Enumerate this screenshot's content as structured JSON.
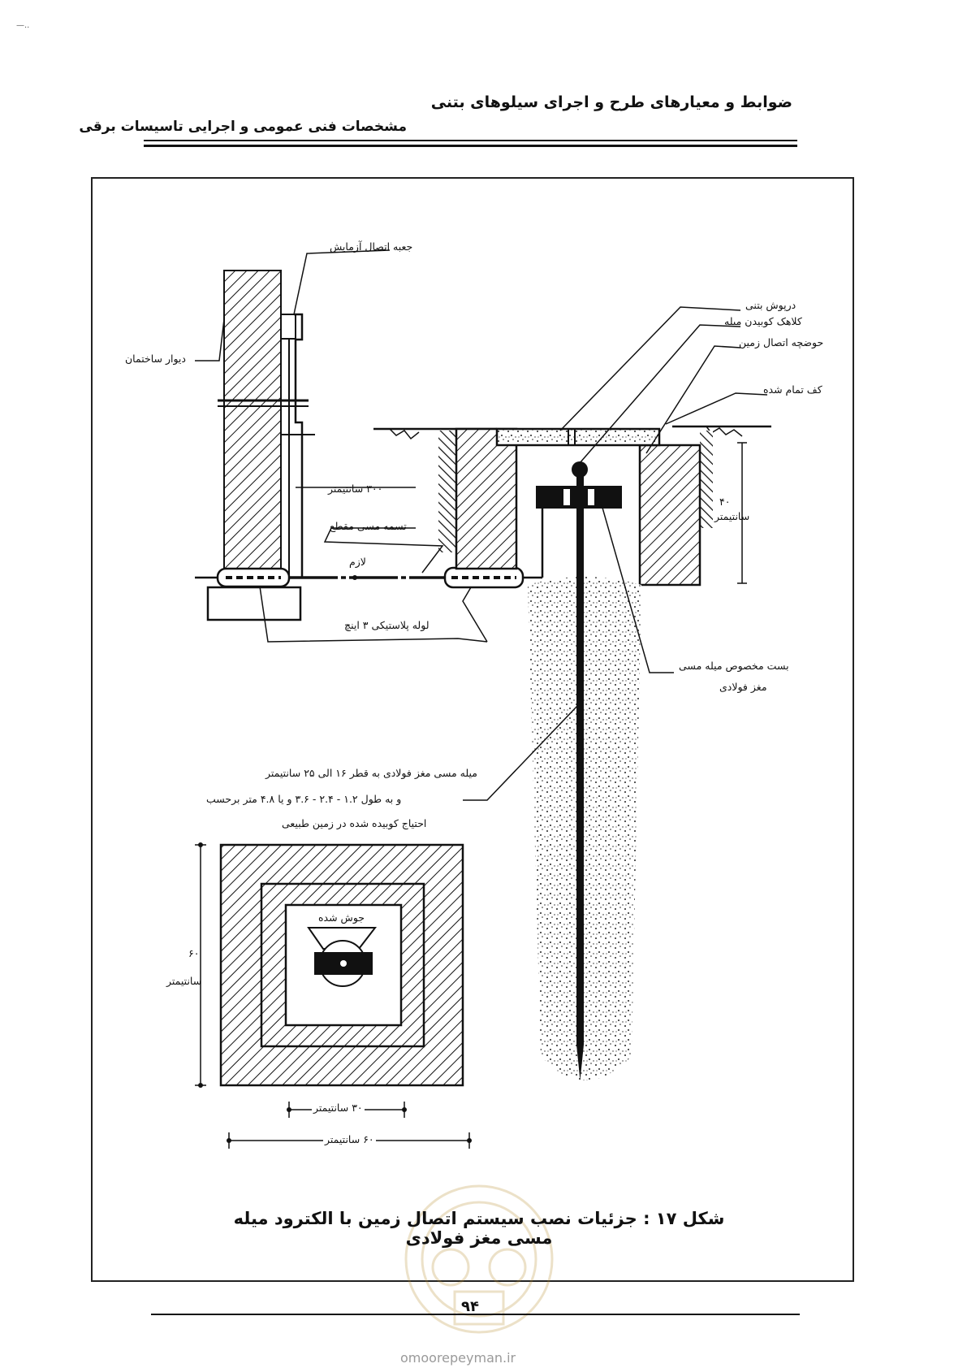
{
  "header": {
    "title": "ضوابط و معیارهای طرح و اجرای سیلوهای بتنی",
    "subtitle": "مشخصات فنی عمومی و اجرایی تاسیسات برقی"
  },
  "corner_mark": "—..",
  "labels": {
    "test_box": "جعبه اتصال آزمایش",
    "building_wall": "دیوار ساختمان",
    "concrete_lid": "درپوش بتنی",
    "driving_cap": "کلاهک کوبیدن میله",
    "ground_pit": "حوضچه اتصال زمین",
    "finished_floor": "کف تمام شده",
    "dist_300": "۳۰۰ سانتیمتر",
    "copper_strip": "تسمه مسی مقطع",
    "required": "لازم",
    "depth_value": "۴۰",
    "depth_unit": "سانتیمتر",
    "plastic_pipe": "لوله پلاستیکی ۳ اینچ",
    "clamp_line1": "بست مخصوص میله مسی",
    "clamp_line2": "مغز فولادی",
    "rod_line1": "میله مسی مغز فولادی به قطر ۱۶ الی ۲۵ سانتیمتر",
    "rod_line2": "و به طول ۱.۲ - ۲.۴ - ۳.۶ و یا ۴.۸ متر برحسب",
    "rod_line3": "احتیاج کوبیده شده در زمین طبیعی",
    "welded": "جوش شده",
    "plan_h_value": "۶۰",
    "plan_h_unit": "سانتیمتر",
    "plan_w30": "۳۰ سانتیمتر",
    "plan_w60": "۶۰ سانتیمتر"
  },
  "caption": "شکل ۱۷ : جزئیات نصب سیستم اتصال زمین با الکترود میله مسی مغز فولادی",
  "page_number": "۹۴",
  "footer_url": "omoorepeyman.ir"
}
